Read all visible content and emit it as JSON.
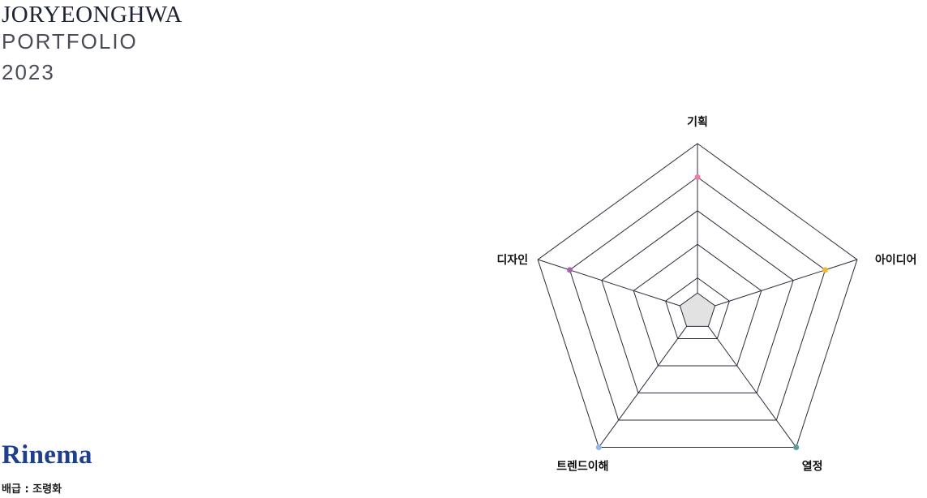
{
  "header": {
    "name": "JORYEONGHWA",
    "subtitle": "PORTFOLIO",
    "year": "2023"
  },
  "project": {
    "title": "Rinema",
    "credit": "배급 : 조령화"
  },
  "chart_data": {
    "type": "radar",
    "axes": [
      "기획",
      "아이디어",
      "열정",
      "트렌드이해",
      "디자인"
    ],
    "scale_max": 5,
    "rings": 5,
    "values": [
      4,
      4,
      5,
      5,
      4
    ],
    "point_colors": [
      "#f07ca6",
      "#f5b731",
      "#5c9c9a",
      "#8fb8e8",
      "#a563b2"
    ],
    "center_fill": "#e2e2e2"
  }
}
